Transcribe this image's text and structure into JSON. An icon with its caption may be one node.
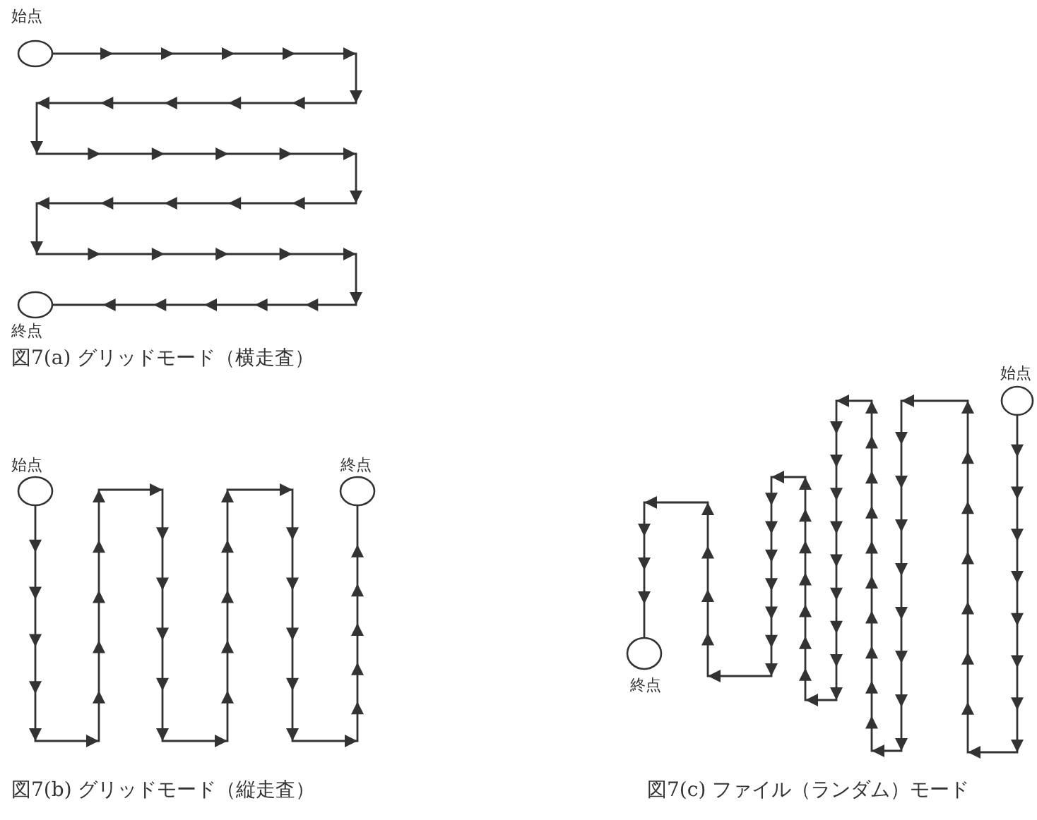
{
  "diagram": {
    "nodes": [
      {
        "text": [],
        "shape": "circle",
        "beside": [
          "始点"
        ]
      },
      {
        "text": [],
        "shape": "circle",
        "beside": [
          "終点"
        ]
      },
      {
        "text": [],
        "shape": "circle",
        "beside": [
          "始点"
        ]
      },
      {
        "text": [],
        "shape": "circle",
        "beside": [
          "終点"
        ]
      },
      {
        "text": [],
        "shape": "circle",
        "beside": [
          "始点"
        ]
      },
      {
        "text": [],
        "shape": "circle",
        "beside": [
          "終点"
        ]
      }
    ],
    "edges": [
      {
        "from": 0,
        "to": 1,
        "arrow": "to"
      },
      {
        "from": 2,
        "to": 3,
        "arrow": "to"
      },
      {
        "from": 4,
        "to": 5,
        "arrow": "to"
      }
    ],
    "labels": [
      "図7(a) グリッドモード（横走査）",
      "図7(b) グリッドモード（縦走査）",
      "図7(c) ファイル（ランダム）モード"
    ]
  }
}
